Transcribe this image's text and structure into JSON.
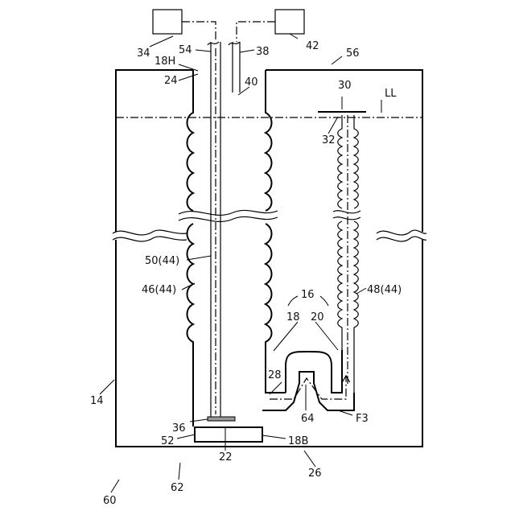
{
  "labels": {
    "l34": "34",
    "l42": "42",
    "l54": "54",
    "l38": "38",
    "l56": "56",
    "l18H": "18H",
    "l24": "24",
    "l40": "40",
    "l30": "30",
    "lLL": "LL",
    "l32": "32",
    "l50": "50(44)",
    "l46": "46(44)",
    "l16": "16",
    "l18": "18",
    "l20": "20",
    "l48": "48(44)",
    "l28": "28",
    "l14": "14",
    "l64": "64",
    "lF3": "F3",
    "l36": "36",
    "l52": "52",
    "l18B": "18B",
    "l22": "22",
    "l26": "26",
    "l62": "62",
    "l60": "60"
  }
}
